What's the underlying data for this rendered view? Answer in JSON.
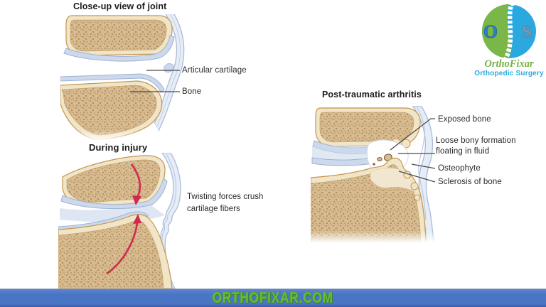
{
  "panels": {
    "closeup": {
      "title": "Close-up view of joint",
      "labels": {
        "articular_cartilage": "Articular cartilage",
        "bone": "Bone"
      }
    },
    "injury": {
      "title": "During injury",
      "caption": "Twisting forces crush cartilage fibers"
    },
    "arthritis": {
      "title": "Post-traumatic arthritis",
      "labels": {
        "exposed_bone": "Exposed bone",
        "loose_bony_formation": "Loose bony formation floating in fluid",
        "osteophyte": "Osteophyte",
        "sclerosis": "Sclerosis of bone"
      }
    }
  },
  "logo": {
    "letter_o": "O",
    "letter_s": "S",
    "name": "OrthoFixar",
    "tagline": "Orthopedic Surgery",
    "colors": {
      "green": "#76b043",
      "blue": "#2aa9e0"
    }
  },
  "footer": {
    "text": "ORTHOFIXAR.COM",
    "colors": {
      "bar": "#4a74c4",
      "text": "#65bc3f"
    }
  },
  "illustration_colors": {
    "bone_fill": "#d8bb8e",
    "bone_speckle": "#8d6b42",
    "cortical": "#f1e5c7",
    "cortical_outline": "#c49551",
    "cartilage": "#cdd9eb",
    "cartilage_outline": "#9db3d4",
    "capsule": "#e6edf6",
    "capsule_outline": "#aabbd8",
    "arrow_red": "#cf2b50",
    "leader_line": "#4a4a4a"
  }
}
